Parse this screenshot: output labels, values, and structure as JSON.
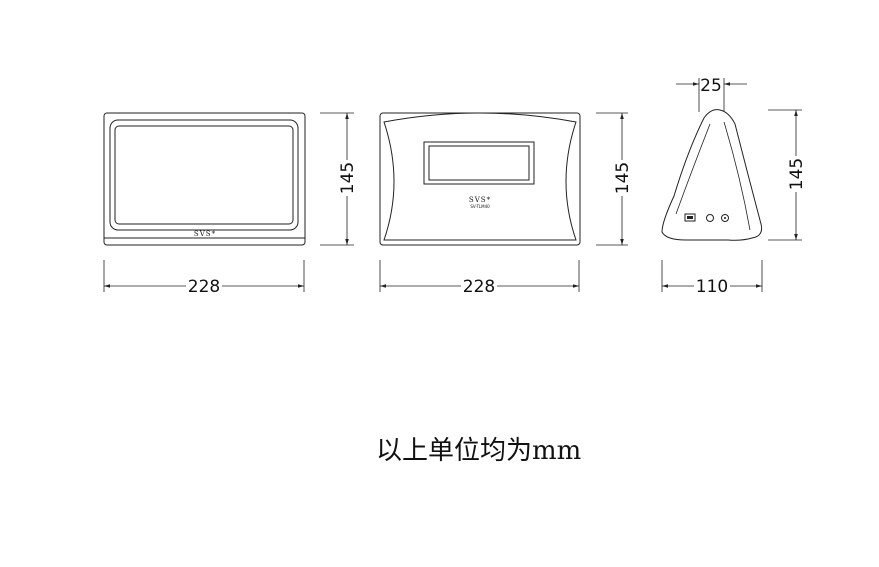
{
  "views": {
    "front": {
      "brand": "SVS*",
      "width_label": "228",
      "height_label": "145"
    },
    "back": {
      "brand": "SVS*",
      "model": "SV-TLM40",
      "width_label": "228",
      "height_label": "145"
    },
    "side": {
      "top_label": "25",
      "width_label": "110",
      "height_label": "145"
    }
  },
  "note": "以上单位均为mm",
  "colors": {
    "line": "#222222",
    "background": "#ffffff"
  }
}
